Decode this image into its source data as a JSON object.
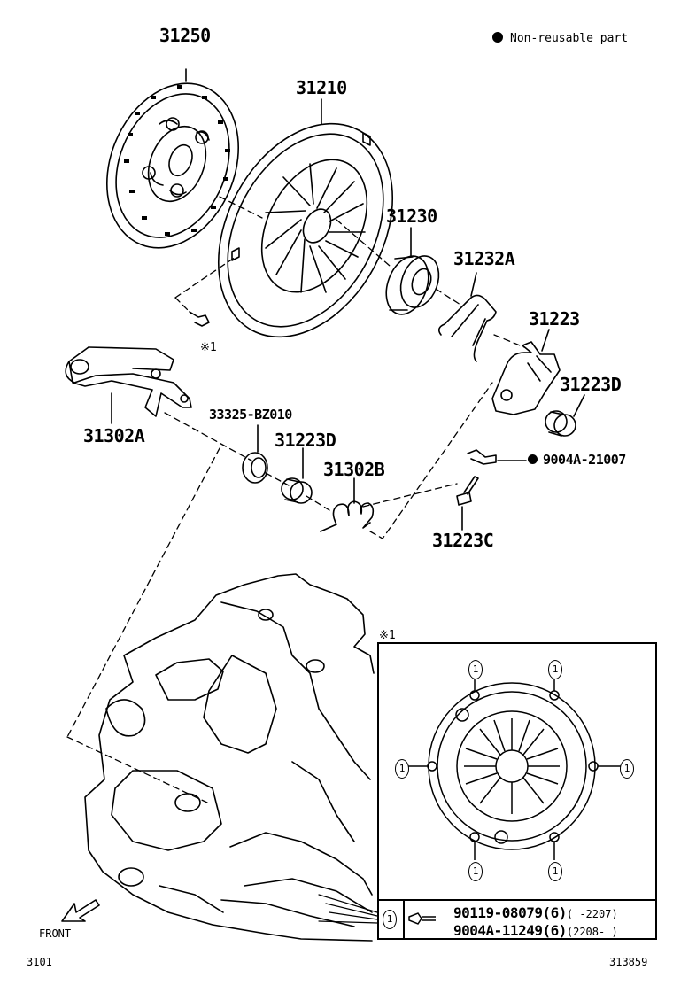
{
  "legend": {
    "text": "Non-reusable part",
    "marker": "filled-circle"
  },
  "parts": {
    "p31250": "31250",
    "p31210": "31210",
    "p31230": "31230",
    "p31232A": "31232A",
    "p31223": "31223",
    "p31223D_right": "31223D",
    "p31302A": "31302A",
    "p33325": "33325-BZ010",
    "p31223D_mid": "31223D",
    "p31302B": "31302B",
    "p9004A_21007": "9004A-21007",
    "p31223C": "31223C"
  },
  "notes": {
    "ref_mark_bolt": "※1",
    "ref_mark_inset": "※1"
  },
  "inset": {
    "callout": "1",
    "rows": [
      {
        "part": "90119-08079",
        "qty": "(6)",
        "range": "(     -2207)"
      },
      {
        "part": "9004A-11249",
        "qty": "(6)",
        "range": "(2208-     )"
      }
    ]
  },
  "footer": {
    "front_label": "FRONT",
    "page_code": "3101",
    "diagram_no": "313859"
  },
  "colors": {
    "line": "#000000",
    "background": "#ffffff"
  }
}
